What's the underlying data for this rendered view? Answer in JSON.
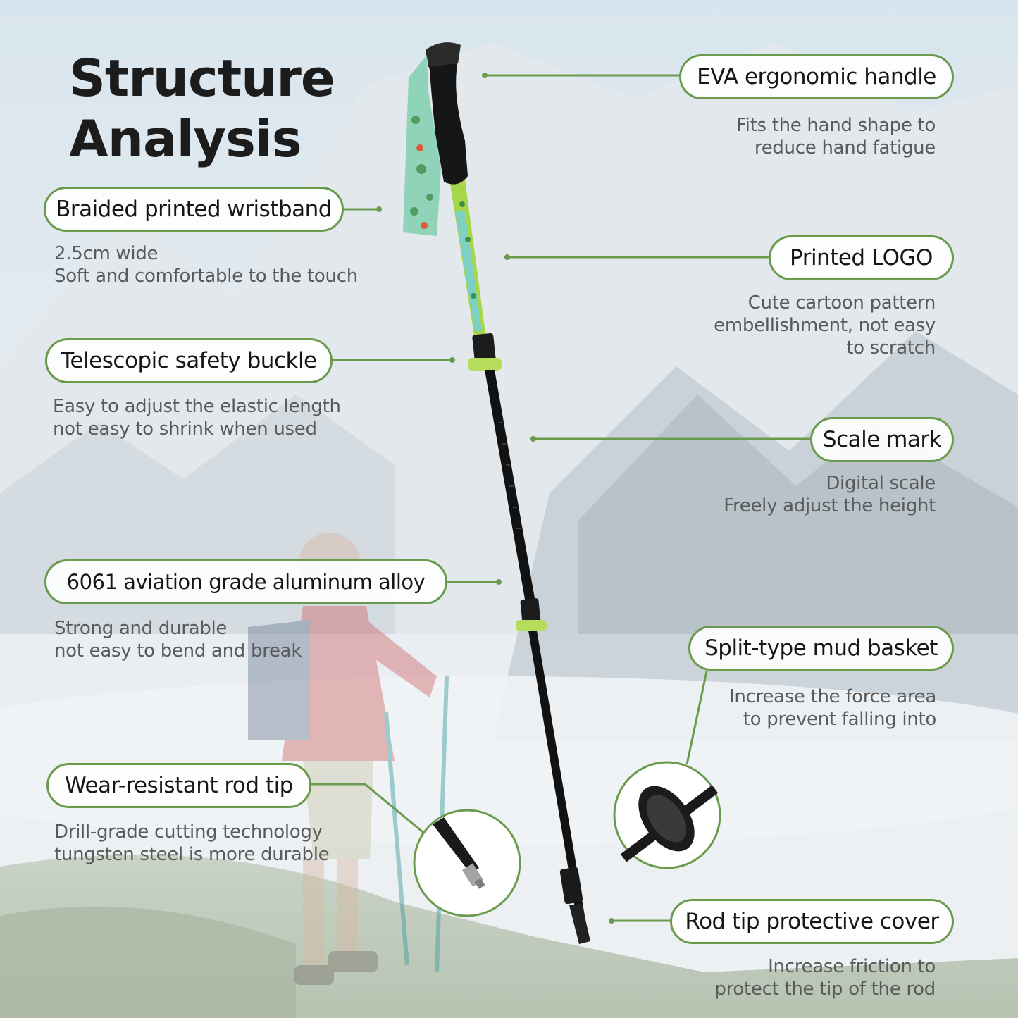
{
  "title": [
    "Structure",
    "Analysis"
  ],
  "colors": {
    "accent": "#6a9a4c",
    "text": "#161616",
    "desc": "#5a5a5a"
  },
  "features": [
    {
      "label": "EVA ergonomic handle",
      "desc": [
        "Fits the hand shape to",
        "reduce hand fatigue"
      ]
    },
    {
      "label": "Braided printed wristband",
      "desc": [
        "2.5cm wide",
        "Soft and comfortable to the touch"
      ]
    },
    {
      "label": "Printed LOGO",
      "desc": [
        "Cute cartoon pattern",
        "embellishment, not easy",
        "to scratch"
      ]
    },
    {
      "label": "Telescopic safety buckle",
      "desc": [
        "Easy to adjust the elastic length",
        "not easy to shrink when used"
      ]
    },
    {
      "label": "Scale mark",
      "desc": [
        "Digital scale",
        "Freely adjust the height"
      ]
    },
    {
      "label": "6061 aviation grade aluminum alloy",
      "desc": [
        "Strong and durable",
        "not easy to bend and break"
      ]
    },
    {
      "label": "Split-type mud basket",
      "desc": [
        "Increase the force area",
        "to prevent falling into"
      ]
    },
    {
      "label": "Wear-resistant rod tip",
      "desc": [
        "Drill-grade cutting technology",
        "tungsten steel is more durable"
      ]
    },
    {
      "label": "Rod tip protective cover",
      "desc": [
        "Increase friction to",
        "protect the tip of the rod"
      ]
    }
  ]
}
